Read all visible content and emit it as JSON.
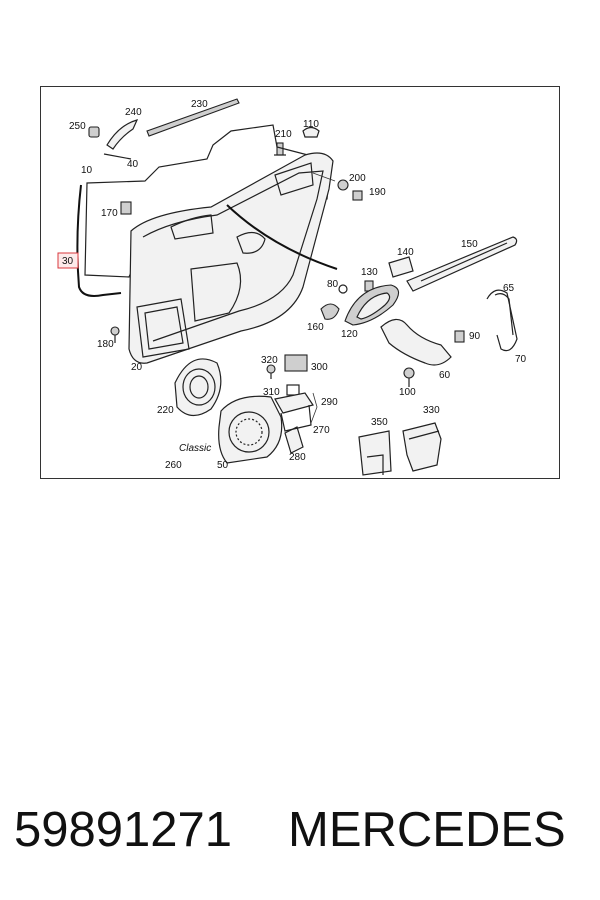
{
  "diagram": {
    "callouts": {
      "c10": "10",
      "c20": "20",
      "c30": "30",
      "c40": "40",
      "c50": "50",
      "c60": "60",
      "c65": "65",
      "c70": "70",
      "c80": "80",
      "c90": "90",
      "c100": "100",
      "c110": "110",
      "c120": "120",
      "c130": "130",
      "c140": "140",
      "c150": "150",
      "c160": "160",
      "c170": "170",
      "c180": "180",
      "c190": "190",
      "c200": "200",
      "c210": "210",
      "c220": "220",
      "c230": "230",
      "c240": "240",
      "c250": "250",
      "c260": "260",
      "c270": "270",
      "c280": "280",
      "c290": "290",
      "c300": "300",
      "c310": "310",
      "c320": "320",
      "c330": "330",
      "c350": "350"
    },
    "highlighted_callout": "c30",
    "highlight_color": "#d9383e",
    "script_badge": "Classic"
  },
  "footer": {
    "part_number": "59891271",
    "brand": "MERCEDES"
  }
}
